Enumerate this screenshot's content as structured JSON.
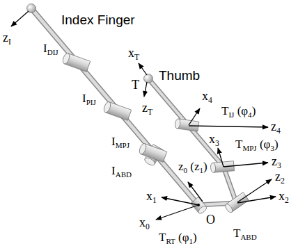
{
  "diagram": {
    "labels": [
      "Index Finger",
      "z",
      "I",
      "I",
      "DIJ",
      "I",
      "PIJ",
      "I",
      "MPJ",
      "I",
      "ABD",
      "x",
      "T",
      "T",
      "Thumb",
      "z",
      "T",
      "x",
      "4",
      "T",
      "IJ",
      "(φ",
      "4",
      ")",
      "z",
      "4",
      "x",
      "3",
      "T",
      "MPJ",
      "(φ",
      "3",
      ")",
      "z",
      "3",
      "z",
      "2",
      "x",
      "2",
      "z",
      "0",
      "(z",
      "1",
      ")",
      "x",
      "1",
      "x",
      "0",
      "O",
      "T",
      "RT",
      "(φ",
      "1",
      ")",
      "T",
      "ABD"
    ]
  }
}
